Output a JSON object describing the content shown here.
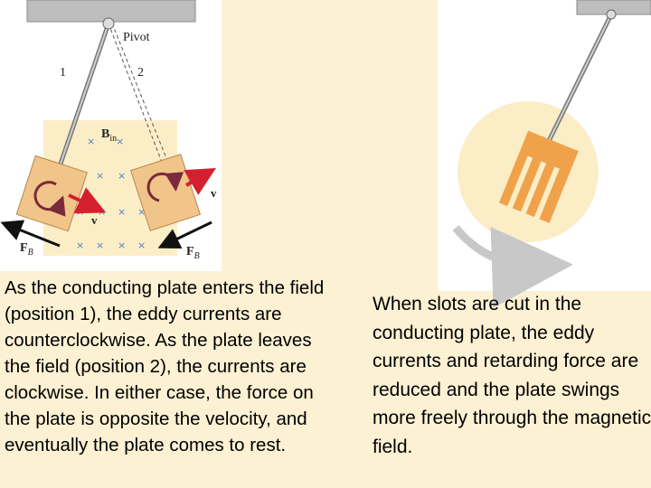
{
  "left_figure": {
    "pivot_label": "Pivot",
    "position_1_label": "1",
    "position_2_label": "2",
    "field_label_main": "B",
    "field_label_sub": "in",
    "velocity_label": "v",
    "force_label_main": "F",
    "force_label_sub": "B"
  },
  "captions": {
    "left": "As the conducting plate enters the field (position 1), the eddy currents are counterclockwise. As the plate leaves the field (position 2), the currents are clockwise. In either case, the force on the plate is opposite the velocity, and eventually the plate comes to rest.",
    "right": "When slots are cut in the conducting plate, the eddy currents and retarding force are reduced and the plate swings more freely through the magnetic field."
  },
  "colors": {
    "background": "#fdf1d3",
    "field_region": "#fbeec7",
    "plate": "#f1c48a",
    "slotted_plate": "#f0a24a",
    "current_arrow": "#7a2a3a",
    "velocity_arrow": "#d4202e",
    "field_x": "#4a82c6",
    "swing_arrow": "#c8c8c8"
  }
}
